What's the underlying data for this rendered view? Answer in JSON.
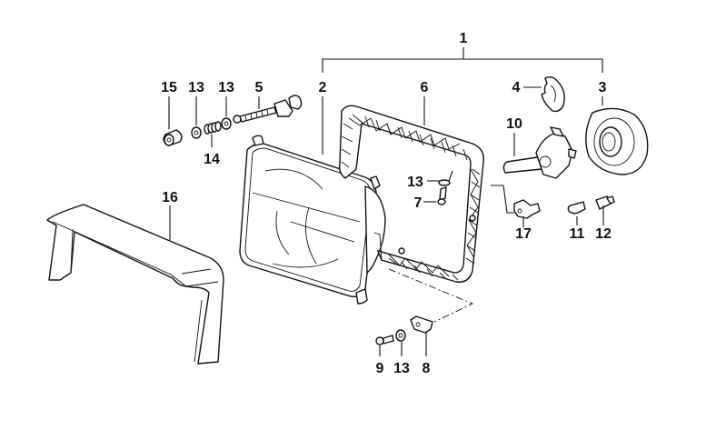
{
  "diagram": {
    "title": "Headlight assembly exploded parts diagram",
    "callouts": [
      {
        "id": "c1",
        "label": "1",
        "part": "headlight-assembly"
      },
      {
        "id": "c2",
        "label": "2",
        "part": "headlight-lens-reflector"
      },
      {
        "id": "c3",
        "label": "3",
        "part": "cover-cap"
      },
      {
        "id": "c4",
        "label": "4",
        "part": "retaining-spring-clip"
      },
      {
        "id": "c5",
        "label": "5",
        "part": "adjusting-screw"
      },
      {
        "id": "c6",
        "label": "6",
        "part": "headlight-frame"
      },
      {
        "id": "c7",
        "label": "7",
        "part": "screw"
      },
      {
        "id": "c8",
        "label": "8",
        "part": "clamp"
      },
      {
        "id": "c9",
        "label": "9",
        "part": "bolt"
      },
      {
        "id": "c10",
        "label": "10",
        "part": "halogen-bulb"
      },
      {
        "id": "c11",
        "label": "11",
        "part": "parking-light-bulb"
      },
      {
        "id": "c12",
        "label": "12",
        "part": "bulb-socket"
      },
      {
        "id": "c13a",
        "label": "13",
        "part": "washer"
      },
      {
        "id": "c13b",
        "label": "13",
        "part": "washer"
      },
      {
        "id": "c13c",
        "label": "13",
        "part": "washer"
      },
      {
        "id": "c13d",
        "label": "13",
        "part": "washer"
      },
      {
        "id": "c14",
        "label": "14",
        "part": "spring"
      },
      {
        "id": "c15",
        "label": "15",
        "part": "rubber-cap"
      },
      {
        "id": "c16",
        "label": "16",
        "part": "trim-cover"
      },
      {
        "id": "c17",
        "label": "17",
        "part": "bulb-holder"
      }
    ]
  }
}
